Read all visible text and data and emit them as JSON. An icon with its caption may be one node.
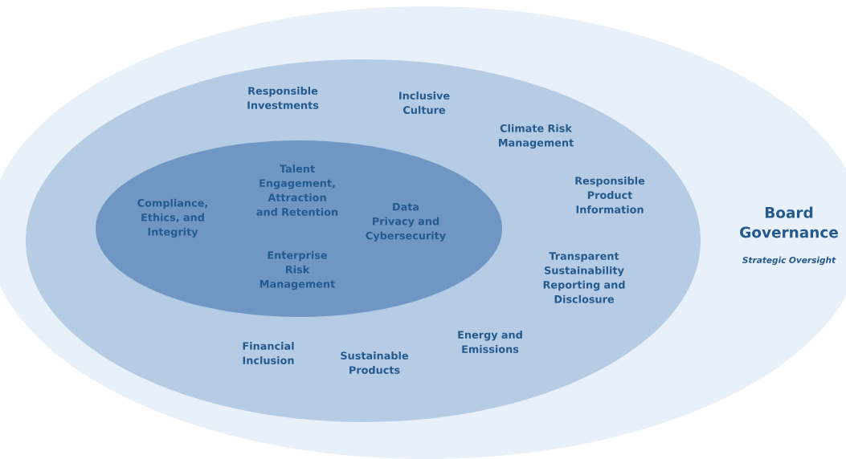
{
  "diagram": {
    "nodes": [
      {
        "text": [
          "Board Governance",
          "Strategic Oversight"
        ]
      },
      {
        "text": [
          "Responsible Investments",
          "Inclusive Culture",
          "Climate Risk Management",
          "Responsible Product Information",
          "Transparent Sustainability Reporting and Disclosure",
          "Energy and Emissions",
          "Sustainable Products",
          "Financial Inclusion"
        ],
        "in": 0
      },
      {
        "text": [
          "Compliance, Ethics, and Integrity",
          "Talent Engagement, Attraction and Retention",
          "Data Privacy and Cybersecurity",
          "Enterprise Risk Management"
        ],
        "in": 1
      }
    ]
  }
}
